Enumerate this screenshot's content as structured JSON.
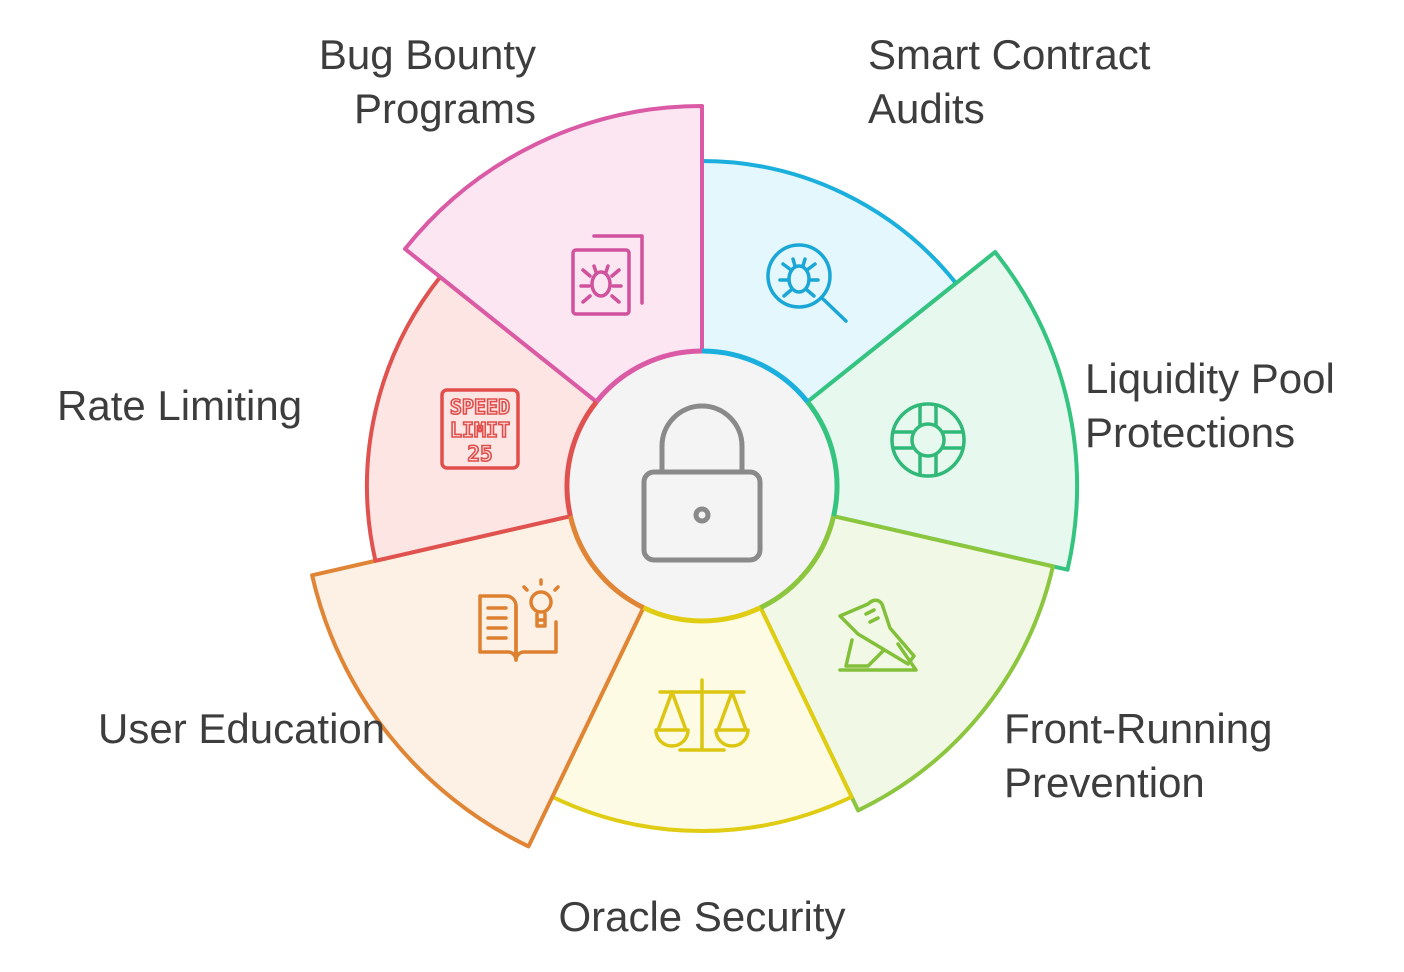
{
  "diagram": {
    "center": {
      "icon": "padlock-icon"
    },
    "segments": [
      {
        "id": "audits",
        "line1": "Smart Contract",
        "line2": "Audits",
        "icon": "bug-magnifier-icon",
        "stroke": "#1aafdc",
        "fill": "#e4f7fd"
      },
      {
        "id": "liquidity",
        "line1": "Liquidity Pool",
        "line2": "Protections",
        "icon": "lifebuoy-icon",
        "stroke": "#34c480",
        "fill": "#e7f8ef"
      },
      {
        "id": "frontrun",
        "line1": "Front-Running",
        "line2": "Prevention",
        "icon": "running-shoe-icon",
        "stroke": "#8cc63f",
        "fill": "#f1f9e6"
      },
      {
        "id": "oracle",
        "line1": "Oracle Security",
        "line2": "",
        "icon": "balance-scale-icon",
        "stroke": "#e0cc12",
        "fill": "#fdfbe4"
      },
      {
        "id": "education",
        "line1": "User Education",
        "line2": "",
        "icon": "book-lightbulb-icon",
        "stroke": "#e08535",
        "fill": "#fdf1e5"
      },
      {
        "id": "rate",
        "line1": "Rate Limiting",
        "line2": "",
        "icon": "speed-limit-sign-icon",
        "stroke": "#e0524f",
        "fill": "#fde5e4"
      },
      {
        "id": "bounty",
        "line1": "Bug Bounty",
        "line2": "Programs",
        "icon": "bug-document-icon",
        "stroke": "#da5aa6",
        "fill": "#fce6f2"
      }
    ],
    "speed_sign": {
      "line1": "SPEED",
      "line2": "LIMIT",
      "line3": "25"
    }
  }
}
